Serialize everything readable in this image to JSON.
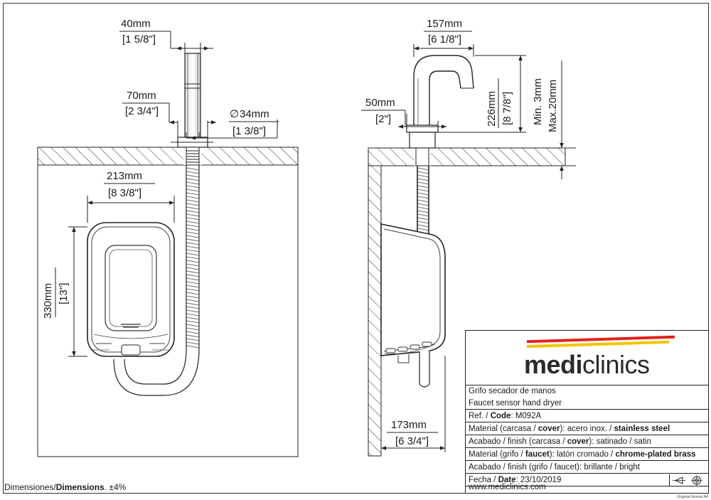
{
  "front_view": {
    "pipe_width": {
      "mm": "40mm",
      "inch": "[1 5/8\"]"
    },
    "flange_width": {
      "mm": "70mm",
      "inch": "[2 3/4\"]"
    },
    "hole_diameter": {
      "symbol": "∅",
      "mm": "34mm",
      "inch": "[1 3/8\"]"
    },
    "dryer_width": {
      "mm": "213mm",
      "inch": "[8 3/8\"]"
    },
    "dryer_height": {
      "mm": "330mm",
      "inch": "[13\"]"
    }
  },
  "side_view": {
    "spout_reach": {
      "mm": "157mm",
      "inch": "[6 1/8\"]"
    },
    "base_offset": {
      "mm": "50mm",
      "inch": "[2\"]"
    },
    "spout_height": {
      "mm": "226mm",
      "inch": "[8 7/8\"]"
    },
    "counter_thickness_min": "Min. 3mm",
    "counter_thickness_max": "Max.20mm",
    "dryer_depth": {
      "mm": "173mm",
      "inch": "[6 3/4\"]"
    }
  },
  "title_block": {
    "logo": {
      "bold": "medi",
      "light": "clinics"
    },
    "stripe_colors": {
      "red": "#e2231a",
      "yellow": "#f2c500"
    },
    "product_es": "Grifo secador de manos",
    "product_en": "Faucet sensor hand dryer",
    "ref": {
      "label": "Ref. / ",
      "bold": "Code",
      "value": ": M092A"
    },
    "material_cover": {
      "pre": "Material (carcasa / ",
      "bold": "cover",
      "mid": "): acero inox. / ",
      "value": "stainless steel"
    },
    "finish_cover": {
      "pre": "Acabado / finish (carcasa / ",
      "bold": "cover",
      "mid": "): satinado / satin"
    },
    "material_faucet": {
      "pre": "Material (grifo / ",
      "bold": "faucet",
      "mid": "): latón cromado / ",
      "value": "chrome-plated brass"
    },
    "finish_faucet": {
      "pre": "Acabado / finish (grifo / faucet): brillante / bright"
    },
    "date": {
      "pre": "Fecha / ",
      "bold": "Date",
      "value": ": 23/10/2019"
    },
    "website": "www.mediclinics.com"
  },
  "footer": {
    "pre": "Dimensiones/",
    "bold": "Dimensions",
    "tolerance": ". ±4%"
  },
  "format_note": "Original format A4",
  "icons": [
    "third-angle-projection-icon"
  ]
}
